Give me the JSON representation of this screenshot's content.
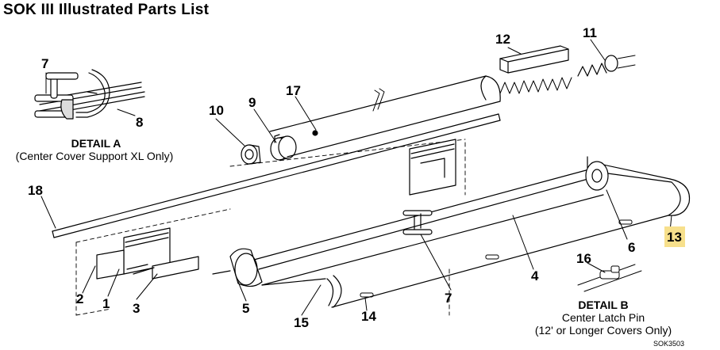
{
  "title": "SOK III Illustrated Parts List",
  "callouts": {
    "c1": "1",
    "c2": "2",
    "c3": "3",
    "c4": "4",
    "c5": "5",
    "c6": "6",
    "c7a": "7",
    "c7b": "7",
    "c8": "8",
    "c9": "9",
    "c10": "10",
    "c11": "11",
    "c12": "12",
    "c13": "13",
    "c14": "14",
    "c15": "15",
    "c16": "16",
    "c17": "17",
    "c18": "18"
  },
  "highlight_color": "#f7e08c",
  "detail_a": {
    "heading": "DETAIL A",
    "caption": "(Center Cover Support XL Only)"
  },
  "detail_b": {
    "heading": "DETAIL B",
    "caption1": "Center Latch Pin",
    "caption2": "(12' or Longer Covers Only)"
  },
  "drawing_code": "SOK3503"
}
